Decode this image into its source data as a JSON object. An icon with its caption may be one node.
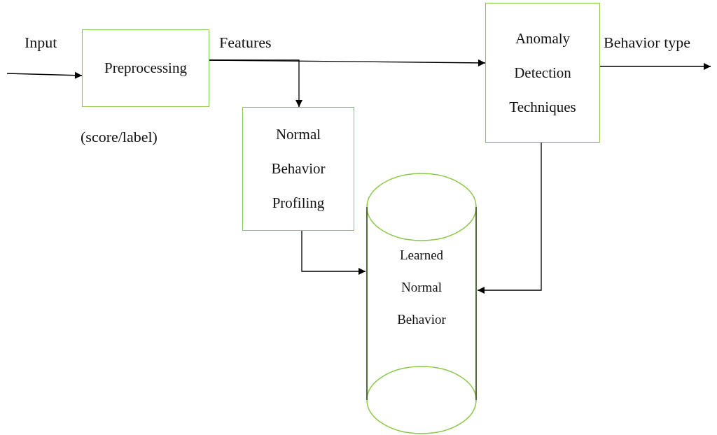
{
  "diagram": {
    "nodes": [
      {
        "text": [
          "Preprocessing"
        ]
      },
      {
        "text": [
          "Normal Behavior Profiling"
        ]
      },
      {
        "text": [
          "Anomaly Detection Techniques"
        ]
      },
      {
        "text": [
          "Learned Normal Behavior"
        ]
      }
    ],
    "edges": [
      {
        "from": null,
        "to": 0,
        "arrow": "to",
        "label": "Input"
      },
      {
        "from": 0,
        "to": 2,
        "arrow": "to",
        "label": "Features"
      },
      {
        "from": 0,
        "to": 1,
        "arrow": "to"
      },
      {
        "from": 1,
        "to": 3,
        "arrow": "to"
      },
      {
        "from": 2,
        "to": 3,
        "arrow": "to"
      },
      {
        "from": 2,
        "to": null,
        "arrow": "to",
        "label": "Behavior type"
      }
    ],
    "labels": [
      "(score/label)"
    ]
  }
}
